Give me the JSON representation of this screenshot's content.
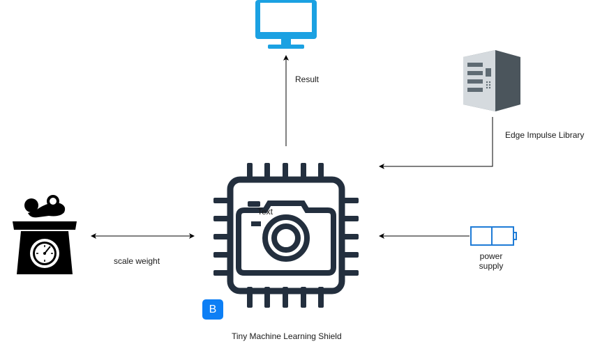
{
  "labels": {
    "result": "Result",
    "edge_impulse_library": "Edge Impulse Library",
    "scale_weight": "scale weight",
    "power_supply_line1": "power",
    "power_supply_line2": "supply",
    "tiny_ml_shield": "Tiny Machine Learning Shield",
    "chip_text": "Text",
    "badge_letter": "B"
  },
  "icons": {
    "monitor": "monitor-icon",
    "server": "server-icon",
    "chip": "chip-icon",
    "camera": "camera-icon",
    "baby_scale": "baby-scale-icon",
    "battery": "battery-icon",
    "badge": "bootstrap-badge-icon"
  },
  "colors": {
    "monitor": "#1ba1e2",
    "chip": "#232f3e",
    "battery": "#1e7bd6",
    "badge": "#0d7ff5",
    "server_body": "#5f6b73",
    "server_face": "#d5dade",
    "arrow": "#000000",
    "scale": "#000000"
  }
}
